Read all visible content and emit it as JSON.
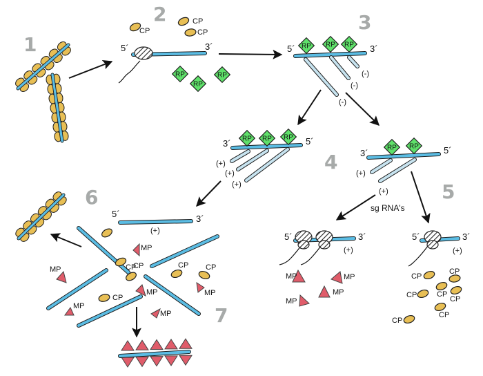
{
  "colors": {
    "rna_main": "#5bbde4",
    "rna_light": "#c7e3ef",
    "outline": "#1f1f1f",
    "cp": "#e8bf55",
    "rp": "#5fe06a",
    "mp": "#e05c6a",
    "step": "#a7aaa9",
    "arrow": "#111111"
  },
  "steps": [
    "1",
    "2",
    "3",
    "4",
    "5",
    "6",
    "7"
  ],
  "labels": {
    "cp": "CP",
    "mp": "MP",
    "rp": "RP",
    "five_prime": "5´",
    "three_prime": "3´",
    "minus": "(-)",
    "plus": "(+)",
    "sg_rnas": "sg RNA's"
  }
}
